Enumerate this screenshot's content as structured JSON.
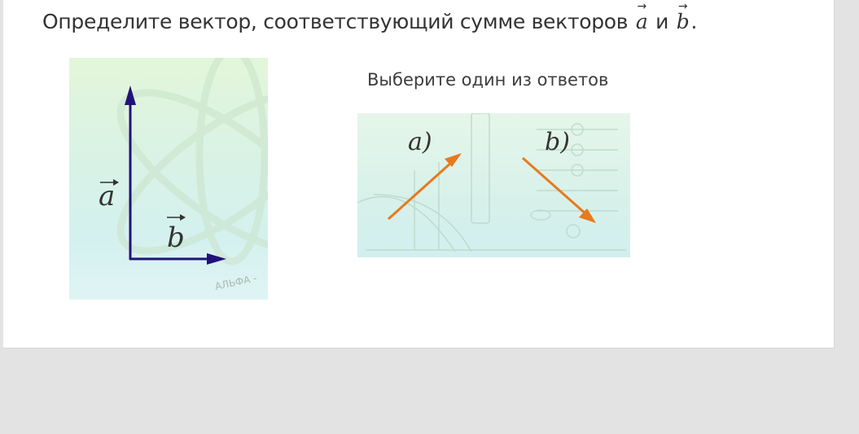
{
  "question": {
    "text_before": "Определите вектор, соответствующий сумме векторов",
    "vector_a": "a",
    "conjunction": "и",
    "vector_b": "b",
    "text_after": "."
  },
  "vector_figure": {
    "label_a": "a",
    "label_b": "b",
    "watermark": "АЛЬФА -",
    "vector_color": "#22117a"
  },
  "answers": {
    "prompt": "Выберите один из ответов",
    "option_a_label": "a)",
    "option_b_label": "b)",
    "arrow_color": "#e8791e"
  }
}
